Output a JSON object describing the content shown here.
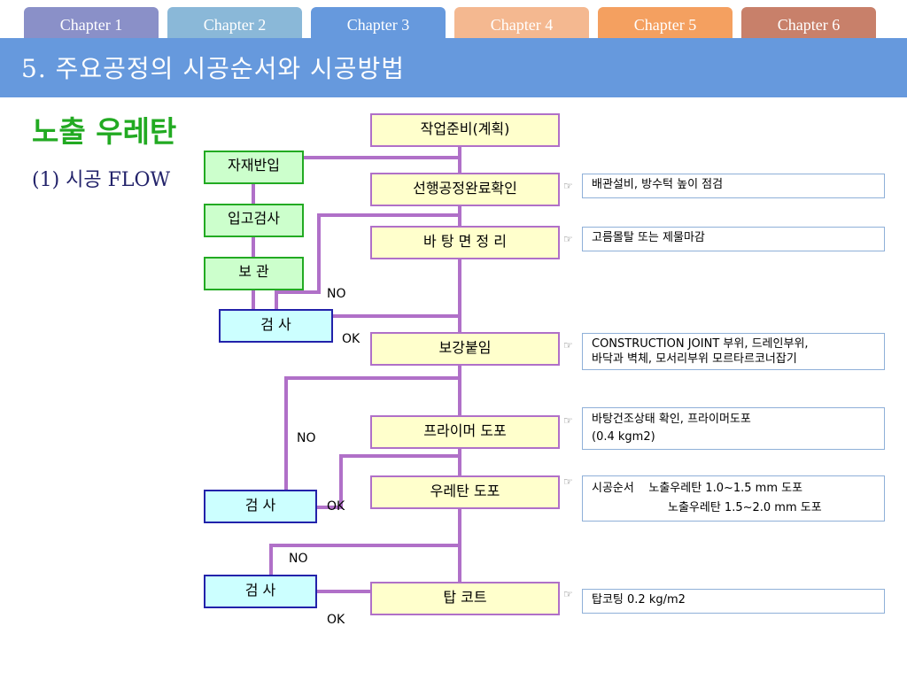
{
  "tabs": [
    {
      "label": "Chapter 1",
      "color": "#8a90c8"
    },
    {
      "label": "Chapter 2",
      "color": "#8ab8d8"
    },
    {
      "label": "Chapter 3",
      "color": "#6699dd"
    },
    {
      "label": "Chapter 4",
      "color": "#f4b890"
    },
    {
      "label": "Chapter 5",
      "color": "#f4a060"
    },
    {
      "label": "Chapter 6",
      "color": "#c8806a"
    }
  ],
  "header": {
    "title": "5.  주요공정의 시공순서와 시공방법",
    "subtitle": "노출 우레탄",
    "flow_label": "(1)  시공 FLOW"
  },
  "flow": {
    "steps": [
      "작업준비(계획)",
      "선행공정완료확인",
      "바 탕 면 정 리",
      "보강붙임",
      "프라이머 도포",
      "우레탄 도포",
      "탑 코트"
    ],
    "materials": [
      "자재반입",
      "입고검사",
      "보  관"
    ],
    "inspections": [
      "검    사",
      "검    사",
      "검    사"
    ],
    "labels": {
      "no": "NO",
      "ok": "OK"
    },
    "notes": {
      "n1": "배관설비, 방수턱 높이 점검",
      "n2": "고름몰탈 또는 제물마감",
      "n3_line1": "CONSTRUCTION JOINT 부위, 드레인부위,",
      "n3_line2": "바닥과 벽체, 모서리부위 모르타르코너잡기",
      "n4_line1": "바탕건조상태 확인, 프라이머도포",
      "n4_line2": "(0.4 kgm2)",
      "n5_line1": "시공순서    노출우레탄 1.0~1.5 mm 도포",
      "n5_line2": "노출우레탄 1.5~2.0 mm 도포",
      "n6": "탑코팅 0.2 kg/m2"
    },
    "hand_icon": "☞"
  }
}
